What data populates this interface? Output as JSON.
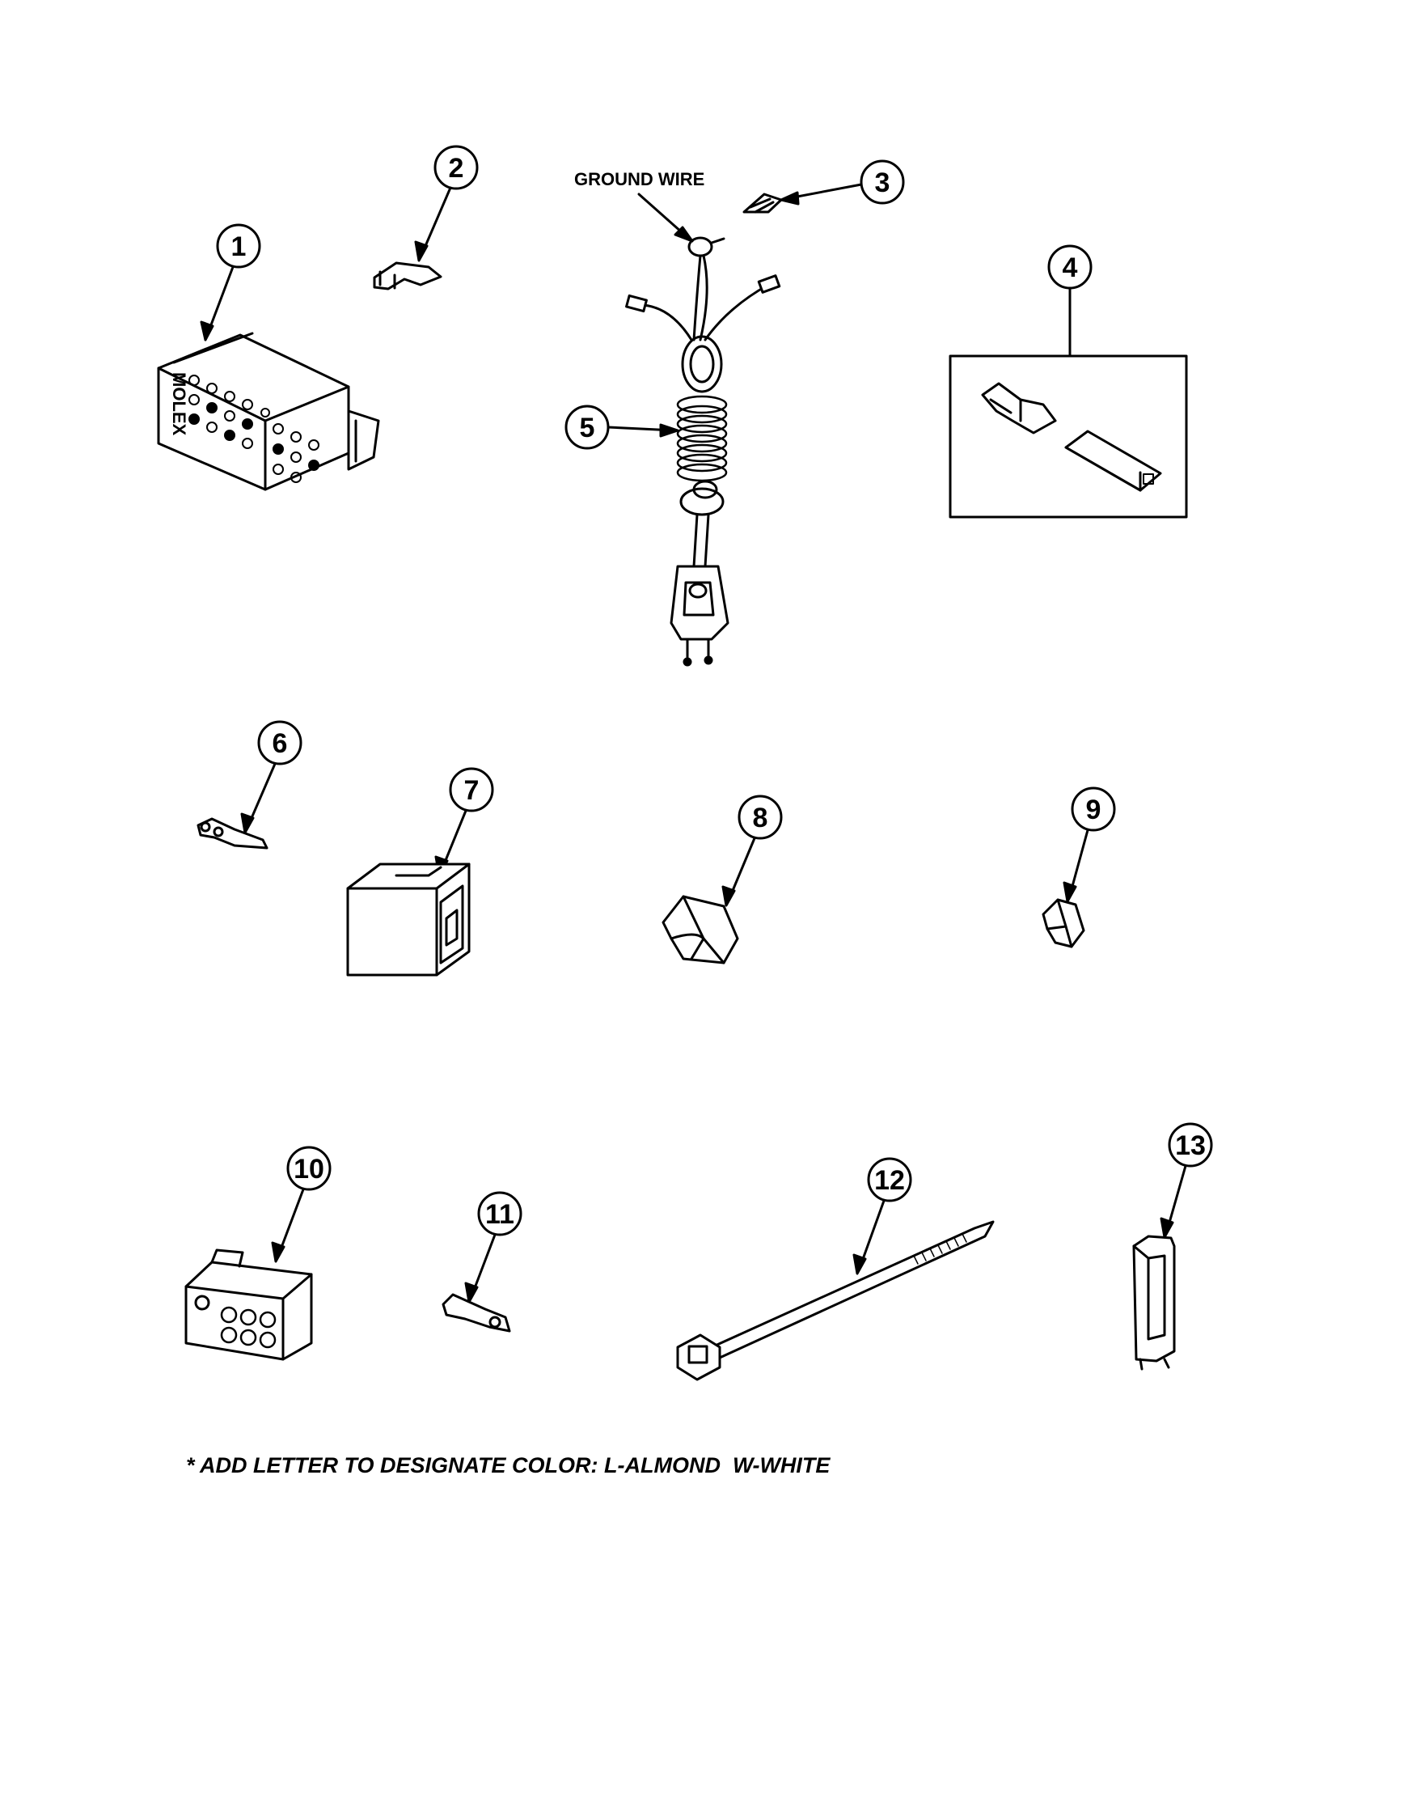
{
  "callouts": {
    "c1": "1",
    "c2": "2",
    "c3": "3",
    "c4": "4",
    "c5": "5",
    "c6": "6",
    "c7": "7",
    "c8": "8",
    "c9": "9",
    "c10": "10",
    "c11": "11",
    "c12": "12",
    "c13": "13"
  },
  "labels": {
    "ground_wire": "GROUND WIRE",
    "molex": "MOLEX"
  },
  "footnote": "* ADD LETTER TO DESIGNATE COLOR: L-ALMOND  W-WHITE",
  "colors": {
    "ink": "#000000",
    "paper": "#ffffff"
  }
}
